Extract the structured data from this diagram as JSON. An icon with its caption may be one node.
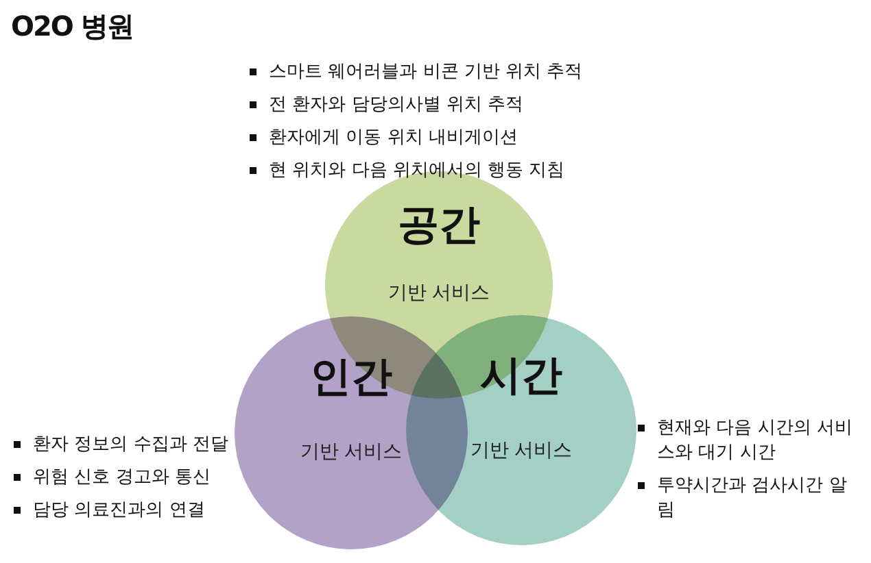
{
  "diagram": {
    "title": "O2O 병원",
    "nodes": [
      {
        "text": [
          "공간",
          "기반 서비스"
        ],
        "beside": [
          "스마트 웨어러블과 비콘 기반 위치 추적",
          "전 환자와 담당의사별 위치 추적",
          "환자에게 이동 위치 내비게이션",
          "현 위치와 다음 위치에서의 행동 지침"
        ]
      },
      {
        "text": [
          "인간",
          "기반 서비스"
        ],
        "beside": [
          "환자 정보의 수집과 전달",
          "위험 신호 경고와 통신",
          "담당 의료진과의 연결"
        ]
      },
      {
        "text": [
          "시간",
          "기반 서비스"
        ],
        "beside": [
          "현재와 다음 시간의 서비스와 대기 시간",
          "투약시간과 검사시간 알림"
        ]
      }
    ],
    "edges": []
  }
}
